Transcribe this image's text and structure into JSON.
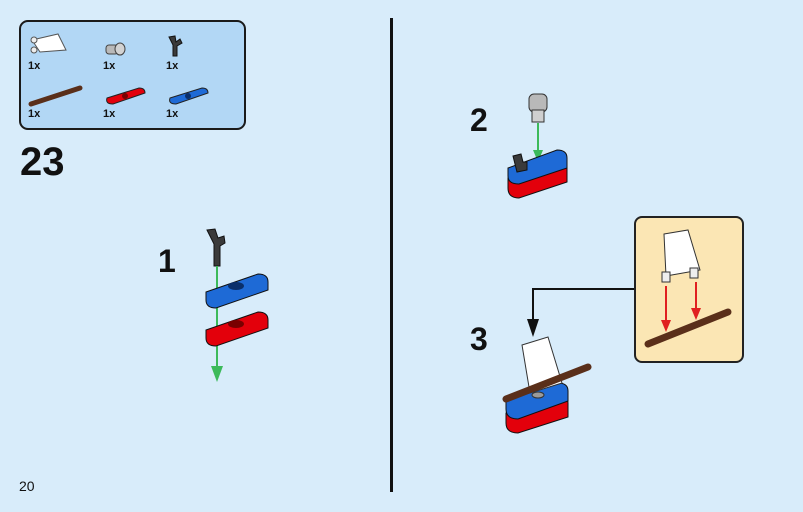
{
  "parts_list": {
    "items": [
      {
        "qty": "1x",
        "icon": "white-slope-part"
      },
      {
        "qty": "1x",
        "icon": "gray-pin-part"
      },
      {
        "qty": "1x",
        "icon": "black-clip-part"
      },
      {
        "qty": "1x",
        "icon": "brown-bar-part"
      },
      {
        "qty": "1x",
        "icon": "red-plate-part"
      },
      {
        "qty": "1x",
        "icon": "blue-plate-part"
      }
    ]
  },
  "build_step": "23",
  "substeps": [
    "1",
    "2",
    "3"
  ],
  "page_number": "20",
  "colors": {
    "background": "#d8ecfa",
    "parts_box": "#b2d7f5",
    "callout": "#fbe6b4",
    "red": "#e3000b",
    "blue": "#1e6ad6",
    "green_arrow": "#3cba5a",
    "red_arrow": "#e02020",
    "brown": "#6b3a22"
  }
}
